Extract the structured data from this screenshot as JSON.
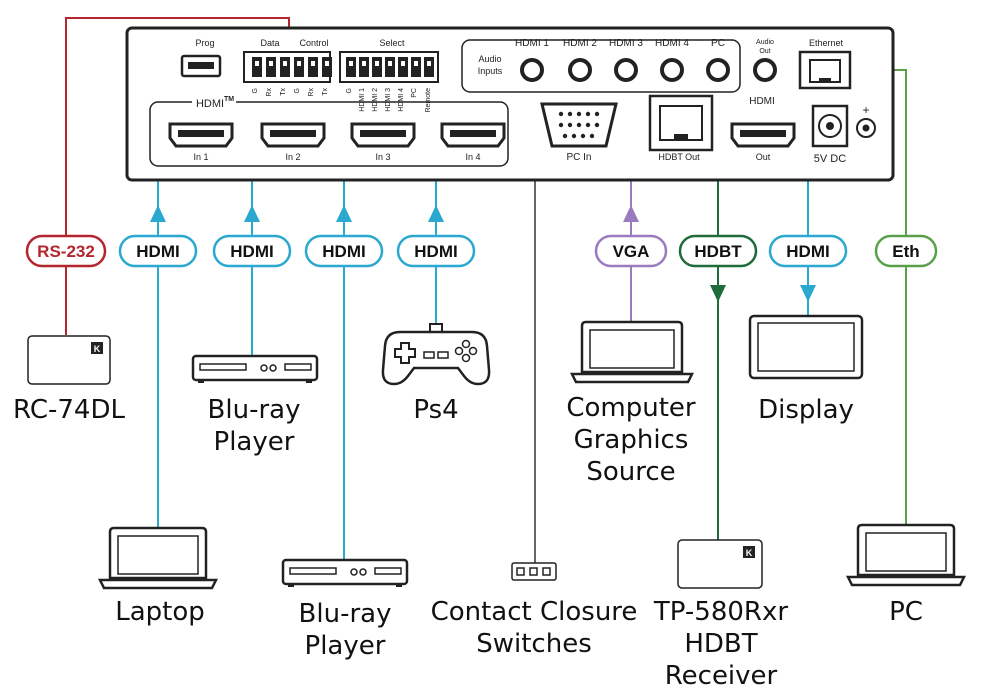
{
  "device": {
    "prog_label": "Prog",
    "data_label": "Data",
    "control_label": "Control",
    "control_pins": [
      "G",
      "Rx",
      "Tx",
      "G",
      "Rx",
      "Tx"
    ],
    "select_label": "Select",
    "select_pins": [
      "G",
      "HDMI 1",
      "HDMI 2",
      "HDMI 3",
      "HDMI 4",
      "PC",
      "Remote"
    ],
    "audio_inputs_label_line1": "Audio",
    "audio_inputs_label_line2": "Inputs",
    "audio_jacks": [
      "HDMI 1",
      "HDMI 2",
      "HDMI 3",
      "HDMI 4",
      "PC"
    ],
    "audio_out_line1": "Audio",
    "audio_out_line2": "Out",
    "ethernet_label": "Ethernet",
    "hdmi_group_label": "HDMI",
    "hdmi_tm": "TM",
    "hdmi_inputs": [
      "In 1",
      "In 2",
      "In 3",
      "In 4"
    ],
    "pc_in_label": "PC In",
    "hdbt_out_label": "HDBT Out",
    "hdmi_out_header": "HDMI",
    "hdmi_out_label": "Out",
    "power_label": "5V DC",
    "power_plus": "+"
  },
  "badges": {
    "rs232": "RS-232",
    "hdmi1": "HDMI",
    "hdmi2": "HDMI",
    "hdmi3": "HDMI",
    "hdmi4": "HDMI",
    "vga": "VGA",
    "hdbt": "HDBT",
    "hdmi_out": "HDMI",
    "eth": "Eth"
  },
  "captions": {
    "rc74dl": "RC-74DL",
    "bluray1_l1": "Blu-ray",
    "bluray1_l2": "Player",
    "ps4": "Ps4",
    "computer_l1": "Computer",
    "computer_l2": "Graphics",
    "computer_l3": "Source",
    "display": "Display",
    "laptop": "Laptop",
    "bluray2_l1": "Blu-ray",
    "bluray2_l2": "Player",
    "contact_l1": "Contact Closure",
    "contact_l2": "Switches",
    "tp580_l1": "TP-580Rxr",
    "tp580_l2": "HDBT",
    "tp580_l3": "Receiver",
    "pc": "PC"
  },
  "colors": {
    "rs232": "#b3262d",
    "hdmi": "#2aa8cf",
    "vga": "#9b7bbf",
    "hdbt": "#1f6b3a",
    "eth": "#5aa04a",
    "contact": "#666666",
    "device_border": "#222222"
  }
}
